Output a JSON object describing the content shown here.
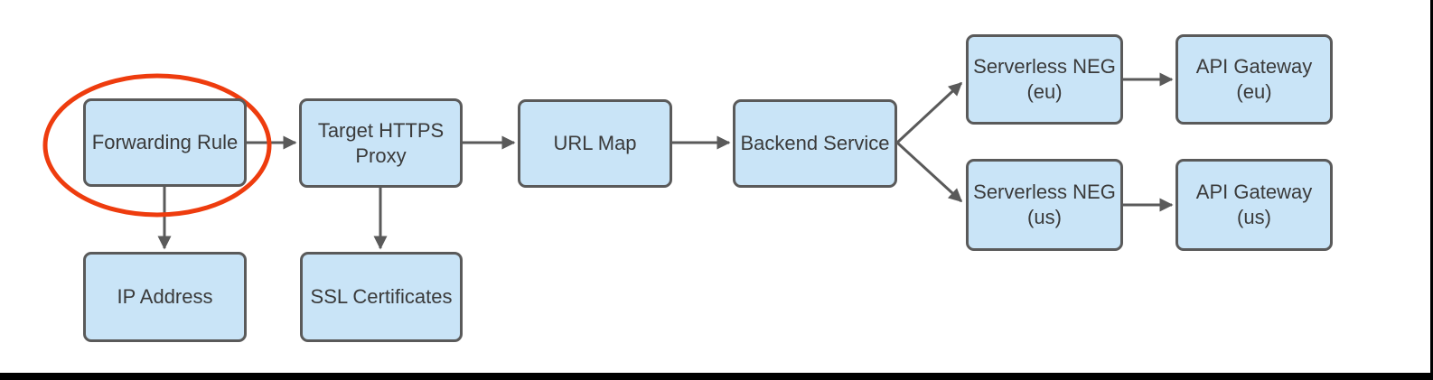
{
  "diagram": {
    "nodes": [
      {
        "id": "forwarding-rule",
        "label": "Forwarding Rule"
      },
      {
        "id": "target-https-proxy",
        "label": "Target HTTPS\nProxy"
      },
      {
        "id": "url-map",
        "label": "URL Map"
      },
      {
        "id": "backend-service",
        "label": "Backend Service"
      },
      {
        "id": "serverless-neg-eu",
        "label": "Serverless NEG\n(eu)"
      },
      {
        "id": "api-gateway-eu",
        "label": "API Gateway\n(eu)"
      },
      {
        "id": "serverless-neg-us",
        "label": "Serverless NEG\n(us)"
      },
      {
        "id": "api-gateway-us",
        "label": "API Gateway\n(us)"
      },
      {
        "id": "ip-address",
        "label": "IP Address"
      },
      {
        "id": "ssl-certificates",
        "label": "SSL Certificates"
      }
    ],
    "edges": [
      {
        "from": "forwarding-rule",
        "to": "target-https-proxy"
      },
      {
        "from": "target-https-proxy",
        "to": "url-map"
      },
      {
        "from": "url-map",
        "to": "backend-service"
      },
      {
        "from": "backend-service",
        "to": "serverless-neg-eu"
      },
      {
        "from": "backend-service",
        "to": "serverless-neg-us"
      },
      {
        "from": "serverless-neg-eu",
        "to": "api-gateway-eu"
      },
      {
        "from": "serverless-neg-us",
        "to": "api-gateway-us"
      },
      {
        "from": "forwarding-rule",
        "to": "ip-address"
      },
      {
        "from": "target-https-proxy",
        "to": "ssl-certificates"
      }
    ],
    "annotation": {
      "shape": "ellipse",
      "target": "forwarding-rule",
      "color": "#ee3c0e"
    },
    "colors": {
      "node_fill": "#c9e4f7",
      "node_border": "#5a5a5a",
      "arrow": "#5a5a5a",
      "text": "#3a3a3a",
      "frame": "#000000"
    }
  }
}
